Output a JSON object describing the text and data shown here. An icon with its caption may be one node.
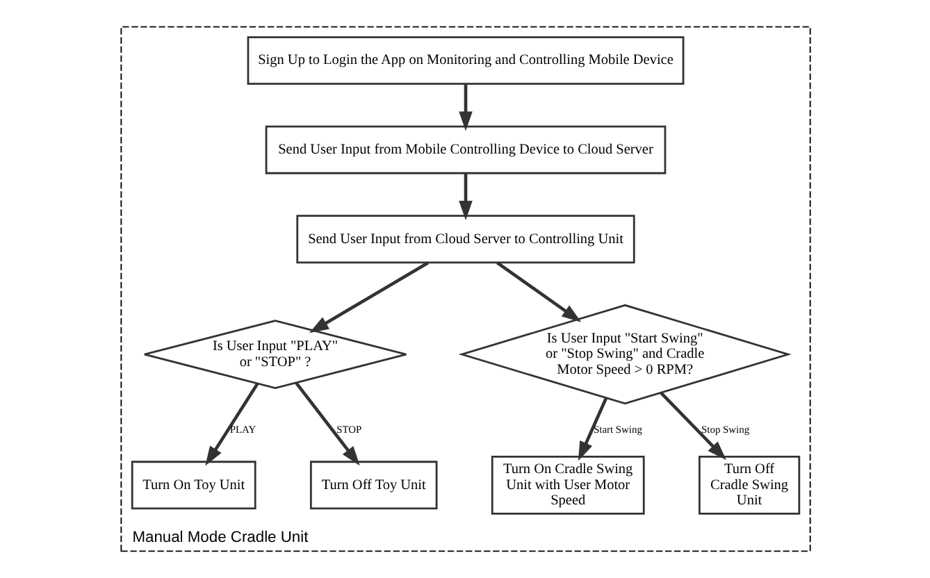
{
  "diagram": {
    "nodes": [
      {
        "text": [
          "Manual Mode Cradle Unit"
        ]
      },
      {
        "text": [
          "Sign Up to Login the App on Monitoring and Controlling Mobile Device"
        ],
        "in": 0
      },
      {
        "text": [
          "Send User Input from Mobile Controlling Device to Cloud Server"
        ],
        "in": 0
      },
      {
        "text": [
          "Send User Input from Cloud Server to Controlling Unit"
        ],
        "in": 0
      },
      {
        "text": [
          "Is User Input \"PLAY\" or \"STOP\" ?"
        ],
        "in": 0
      },
      {
        "text": [
          "Is User Input \"Start Swing\" or \"Stop Swing\" and Cradle Motor Speed > 0 RPM?"
        ],
        "in": 0
      },
      {
        "text": [
          "Turn On Toy Unit"
        ],
        "in": 0
      },
      {
        "text": [
          "Turn Off Toy Unit"
        ],
        "in": 0
      },
      {
        "text": [
          "Turn On Cradle Swing Unit with User Motor Speed"
        ],
        "in": 0
      },
      {
        "text": [
          "Turn Off Cradle Swing Unit"
        ],
        "in": 0
      }
    ],
    "edges": [
      {
        "from": 1,
        "to": 2,
        "arrow": "to"
      },
      {
        "from": 2,
        "to": 3,
        "arrow": "to"
      },
      {
        "from": 3,
        "to": 4,
        "arrow": "to"
      },
      {
        "from": 3,
        "to": 5,
        "arrow": "to"
      },
      {
        "from": 4,
        "to": 6,
        "label": "PLAY",
        "arrow": "to"
      },
      {
        "from": 4,
        "to": 7,
        "label": "STOP",
        "arrow": "to"
      },
      {
        "from": 5,
        "to": 8,
        "label": "Start Swing",
        "arrow": "to"
      },
      {
        "from": 5,
        "to": 9,
        "label": "Stop Swing",
        "arrow": "to"
      }
    ]
  }
}
